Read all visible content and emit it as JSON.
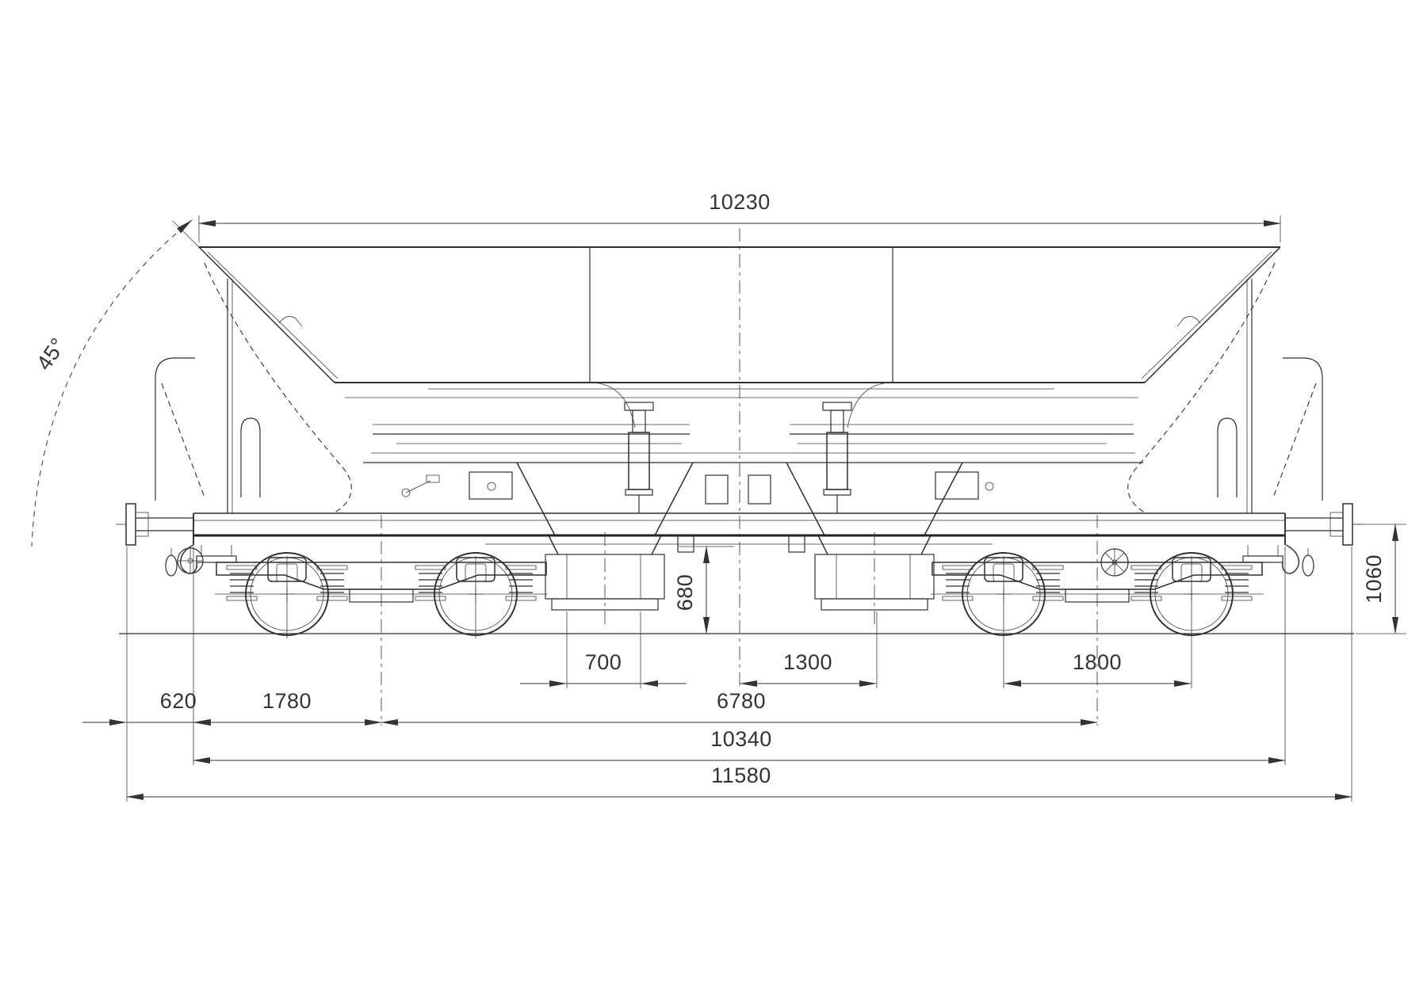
{
  "meta": {
    "type": "engineering-drawing",
    "subject": "Four-axle railway hopper wagon - side elevation with overall dimensions",
    "units": "mm"
  },
  "colors": {
    "background": "#ffffff",
    "line": "#2f2f2f",
    "dimension_text": "#333333"
  },
  "dims": {
    "top_length": "10230",
    "end_slope_angle": "45°",
    "buffer_height": "1060",
    "discharge_height": "680",
    "outlet_width": "700",
    "outlet_offset": "1300",
    "bogie_wheelbase": "1800",
    "buffer_overhang": "620",
    "end_to_pivot": "1780",
    "pivot_spacing": "6780",
    "length_over_headstocks": "10340",
    "length_over_buffers": "11580"
  }
}
